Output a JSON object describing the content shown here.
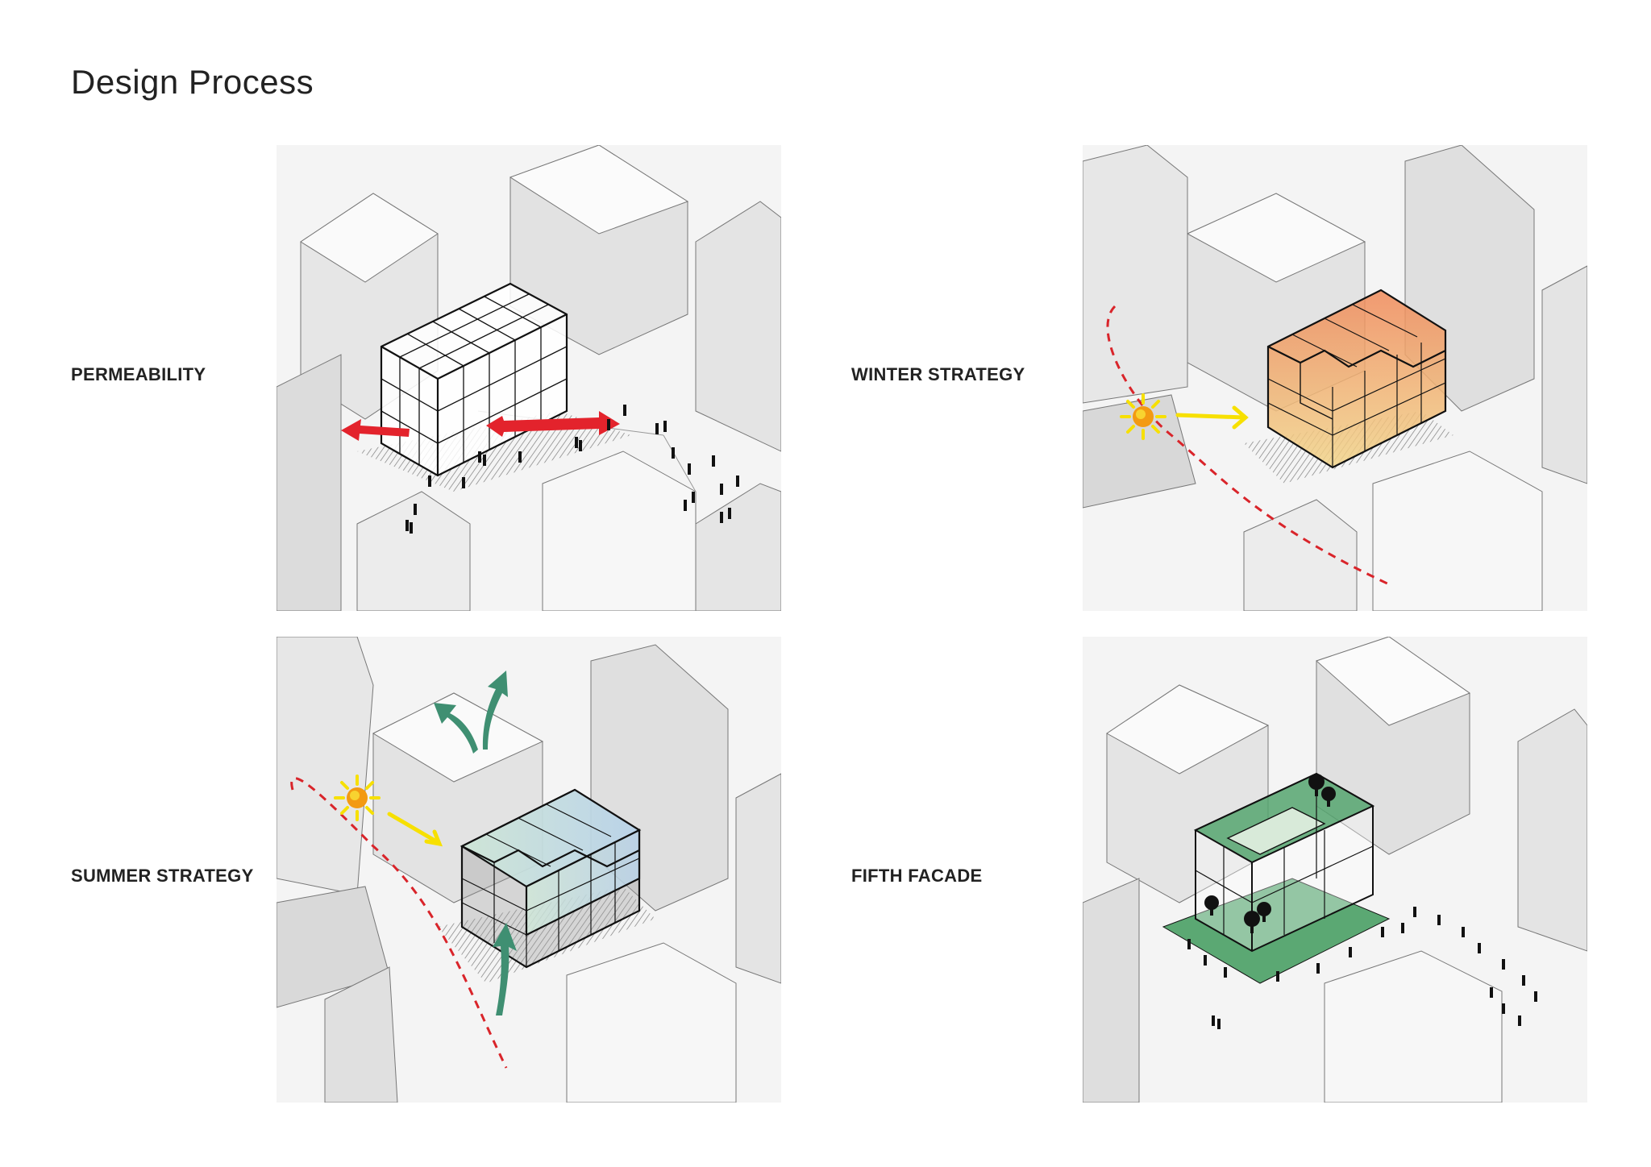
{
  "page": {
    "title": "Design Process"
  },
  "panels": [
    {
      "key": "permeability",
      "label": "PERMEABILITY"
    },
    {
      "key": "winter",
      "label": "WINTER STRATEGY"
    },
    {
      "key": "summer",
      "label": "SUMMER STRATEGY"
    },
    {
      "key": "fifth",
      "label": "FIFTH FACADE"
    }
  ],
  "colors": {
    "arrow_red": "#e3232c",
    "sun_yellow": "#f7e000",
    "sun_core": "#f39a12",
    "sun_path_red": "#d9242a",
    "warm_orange": "#f08a5a",
    "warm_yellow": "#f2d58a",
    "cool_green": "#cfe8d8",
    "cool_blue": "#b9d4ec",
    "airflow_teal": "#3f8f72",
    "green_roof": "#3f9a5c"
  }
}
